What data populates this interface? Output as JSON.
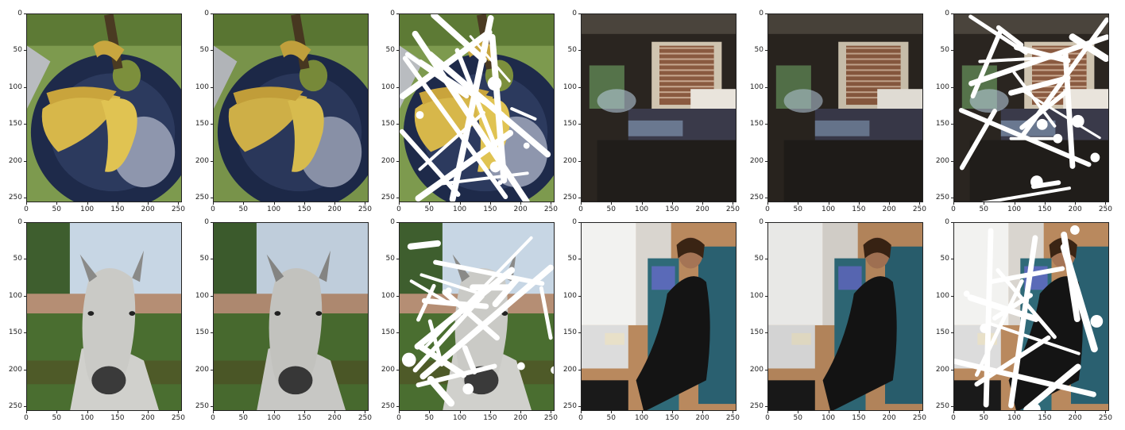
{
  "axes": {
    "x_ticks": [
      "0",
      "50",
      "100",
      "150",
      "200",
      "250"
    ],
    "y_ticks": [
      "0",
      "50",
      "100",
      "150",
      "200",
      "250"
    ],
    "range": [
      0,
      256
    ]
  },
  "layout_grid": {
    "rows": 2,
    "cols": 6
  },
  "panels": [
    {
      "row": 0,
      "col": 0,
      "scene": "bananas",
      "variant": "original"
    },
    {
      "row": 0,
      "col": 1,
      "scene": "bananas",
      "variant": "reconstructed"
    },
    {
      "row": 0,
      "col": 2,
      "scene": "bananas",
      "variant": "masked"
    },
    {
      "row": 0,
      "col": 3,
      "scene": "living-room",
      "variant": "original"
    },
    {
      "row": 0,
      "col": 4,
      "scene": "living-room",
      "variant": "reconstructed"
    },
    {
      "row": 0,
      "col": 5,
      "scene": "living-room",
      "variant": "masked"
    },
    {
      "row": 1,
      "col": 0,
      "scene": "horse",
      "variant": "original"
    },
    {
      "row": 1,
      "col": 1,
      "scene": "horse",
      "variant": "reconstructed"
    },
    {
      "row": 1,
      "col": 2,
      "scene": "horse",
      "variant": "masked"
    },
    {
      "row": 1,
      "col": 3,
      "scene": "train-passenger",
      "variant": "original"
    },
    {
      "row": 1,
      "col": 4,
      "scene": "train-passenger",
      "variant": "reconstructed"
    },
    {
      "row": 1,
      "col": 5,
      "scene": "train-passenger",
      "variant": "masked"
    }
  ]
}
